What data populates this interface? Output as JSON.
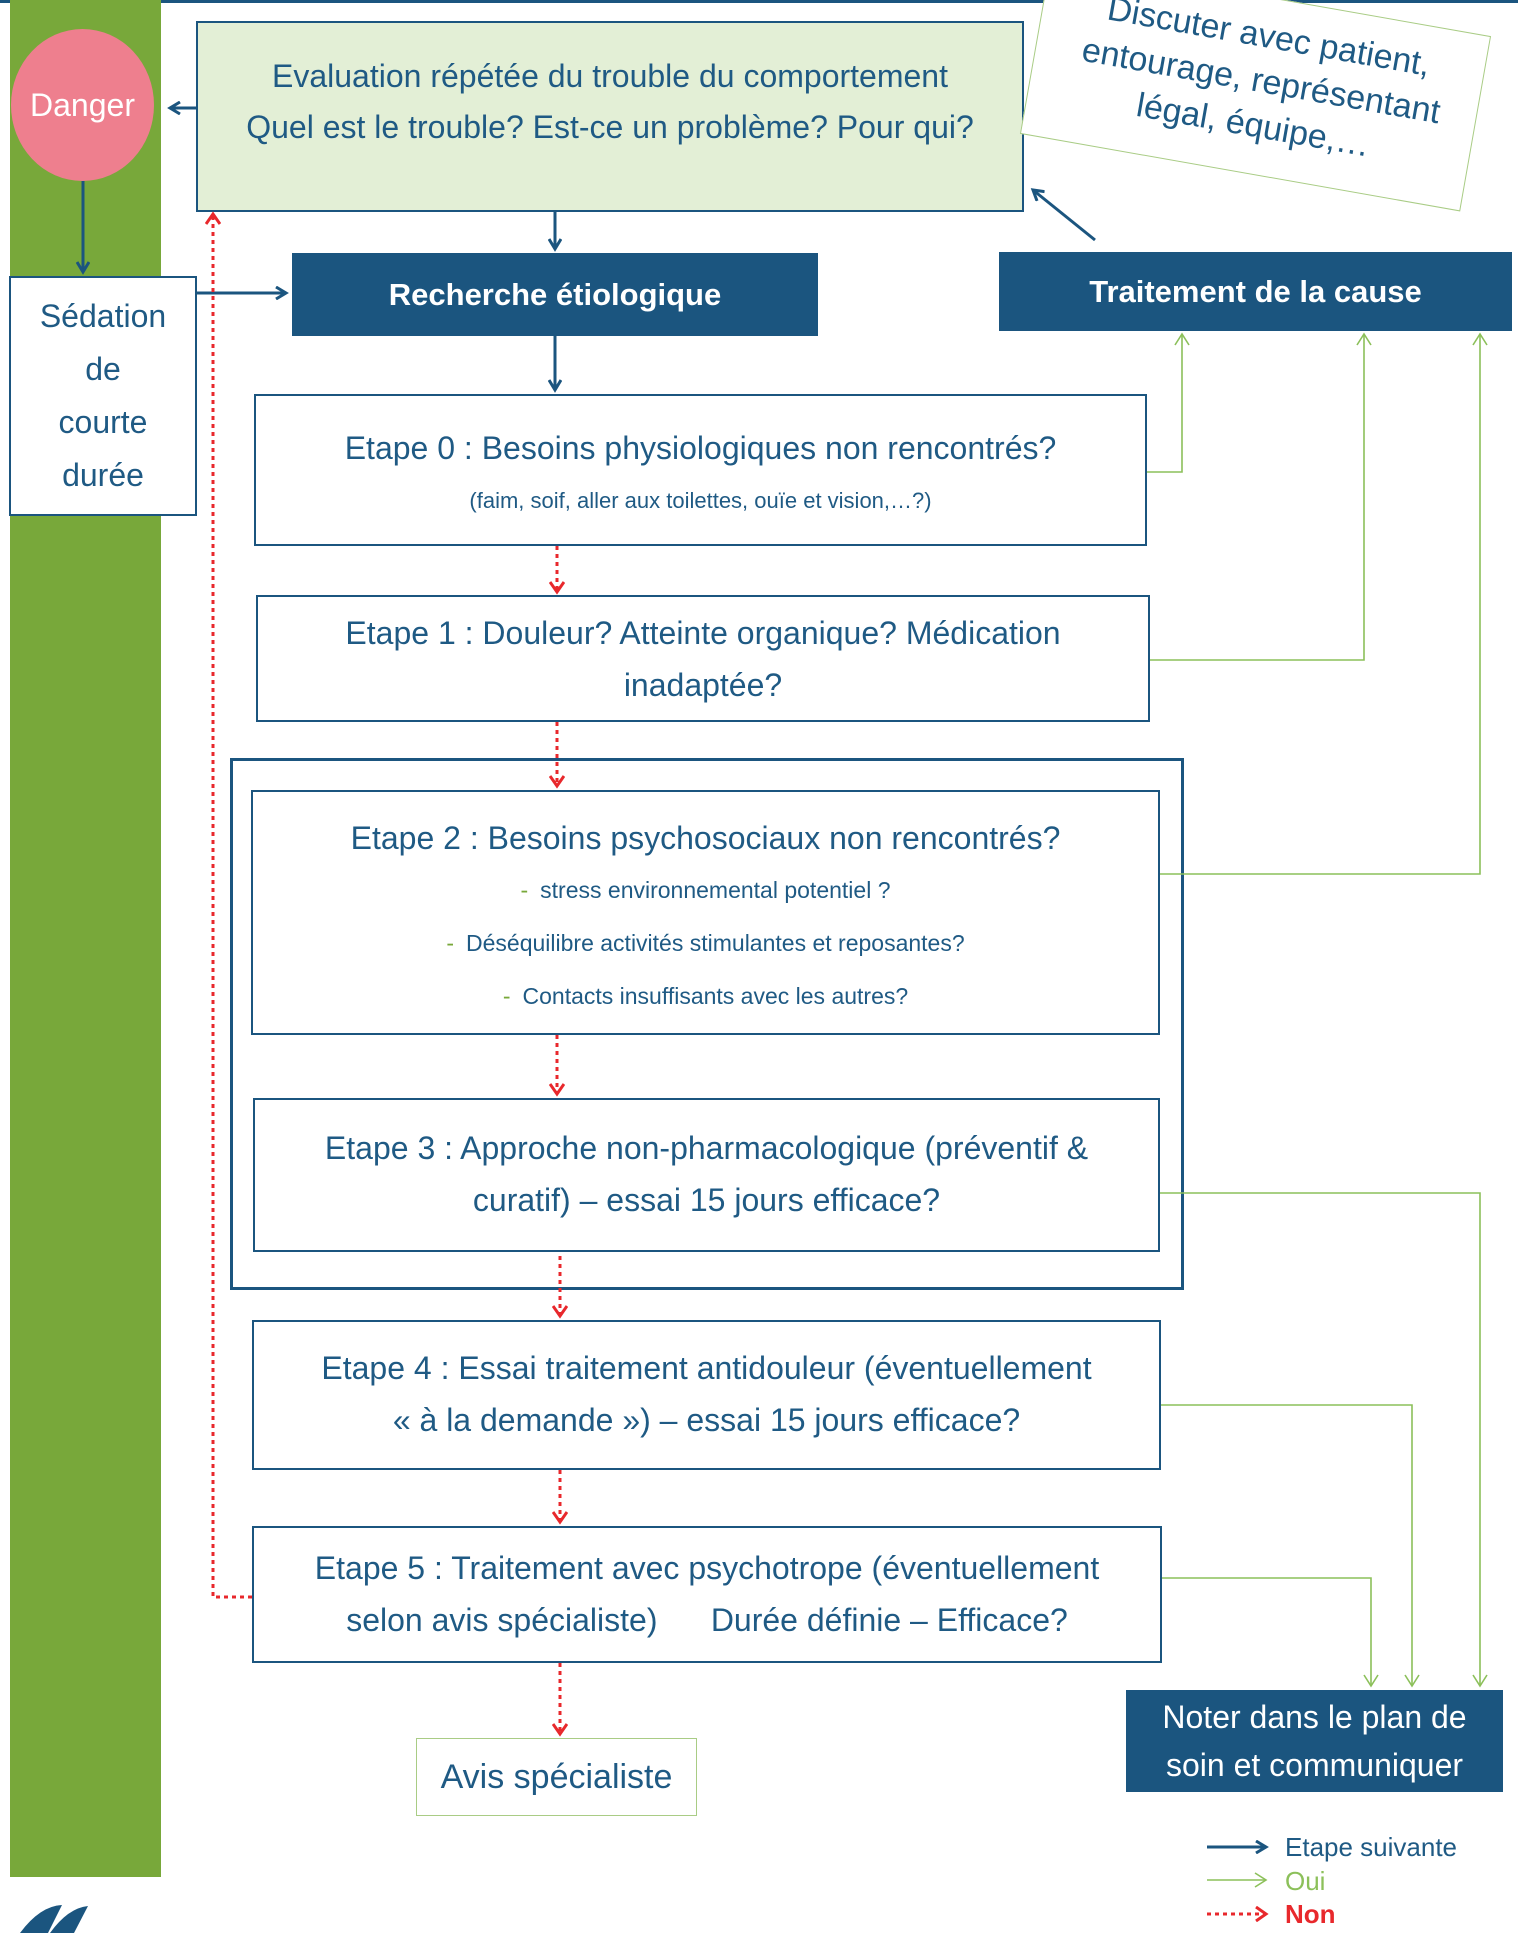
{
  "colors": {
    "dark_blue": "#1b557f",
    "green_bar": "#78a83a",
    "light_green": "#e3efd6",
    "danger_pink": "#ee7f8e",
    "oui_green": "#8cc05a",
    "non_red": "#e8282c"
  },
  "danger": "Danger",
  "sedation": [
    "Sédation",
    "de",
    "courte",
    "durée"
  ],
  "evaluation": [
    "Evaluation répétée du trouble du comportement",
    "Quel est le trouble? Est-ce un problème? Pour qui?"
  ],
  "discuter": "Discuter avec patient, entourage, représentant légal, équipe,…",
  "recherche": "Recherche étiologique",
  "traitement_cause": "Traitement de la cause",
  "etape0": {
    "title": "Etape 0 : Besoins physiologiques non rencontrés?",
    "detail": "(faim, soif, aller aux toilettes, ouïe et vision,…?)"
  },
  "etape1": {
    "line1": "Etape 1 : Douleur? Atteinte organique? Médication",
    "line2": "inadaptée?"
  },
  "etape2": {
    "title": "Etape 2 : Besoins psychosociaux non rencontrés?",
    "items": [
      "stress environnemental potentiel ?",
      "Déséquilibre activités stimulantes et reposantes?",
      "Contacts insuffisants avec les autres?"
    ],
    "bullet": "-"
  },
  "etape3": {
    "line1": "Etape 3 : Approche non-pharmacologique (préventif &",
    "line2": "curatif) – essai 15 jours efficace?"
  },
  "etape4": {
    "line1": "Etape 4 : Essai traitement antidouleur (éventuellement",
    "line2": "« à la demande ») – essai 15 jours efficace?"
  },
  "etape5": {
    "line1": "Etape 5 : Traitement avec psychotrope (éventuellement",
    "line2": "selon avis spécialiste)      Durée définie – Efficace?"
  },
  "avis": "Avis spécialiste",
  "noter": [
    "Noter dans le plan de",
    "soin et communiquer"
  ],
  "legend": {
    "suivante": "Etape suivante",
    "oui": "Oui",
    "non": "Non"
  }
}
